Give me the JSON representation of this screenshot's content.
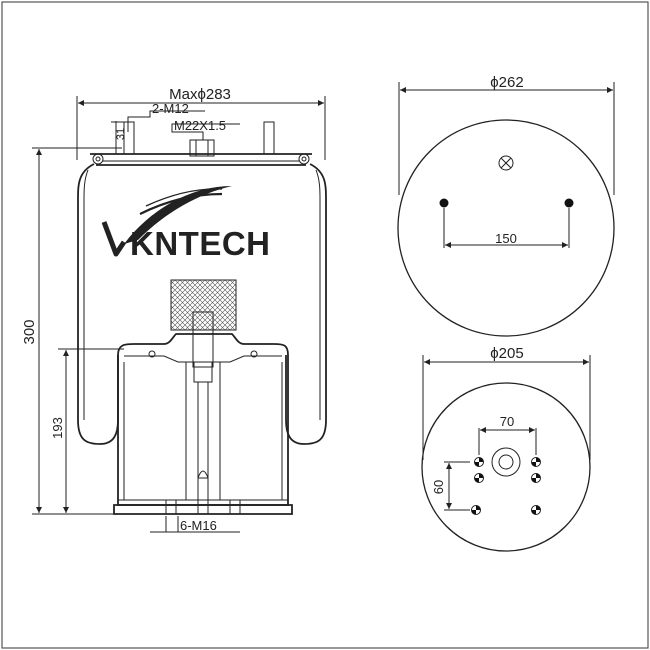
{
  "brand": {
    "logo_text": "KNTECH",
    "logo_initial": "V"
  },
  "side_view": {
    "max_diameter": "Maxϕ283",
    "top_bolts": "2-M12",
    "top_stud": "M22X1.5",
    "bolt_height": "31",
    "overall_height": "300",
    "piston_height": "193",
    "bottom_bolts": "6-M16"
  },
  "top_view": {
    "diameter": "ϕ262",
    "bolt_spacing": "150"
  },
  "bottom_view": {
    "diameter": "ϕ205",
    "spacing_x": "70",
    "spacing_y": "60"
  },
  "colors": {
    "line": "#222222",
    "background": "#ffffff",
    "mesh": "#555555"
  }
}
